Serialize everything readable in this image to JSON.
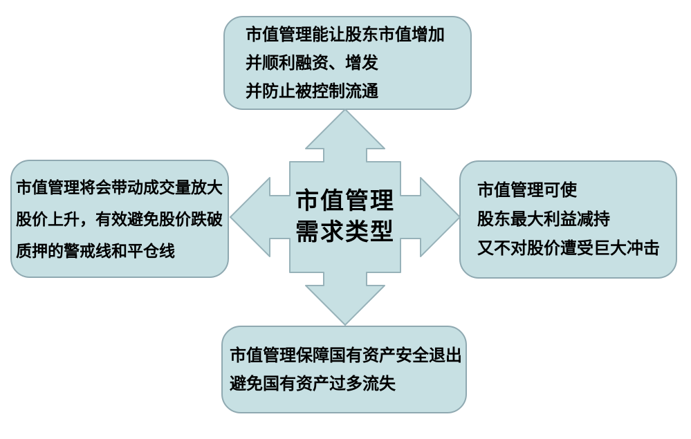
{
  "diagram": {
    "center": {
      "lines": [
        "市值管理",
        "需求类型"
      ]
    },
    "boxes": {
      "top": {
        "lines": [
          "市值管理能让股东市值增加",
          "并顺利融资、增发",
          "并防止被控制流通"
        ]
      },
      "left": {
        "lines": [
          "市值管理将会带动成交量放大",
          "股价上升，有效避免股价跌破",
          "质押的警戒线和平仓线"
        ]
      },
      "right": {
        "lines": [
          "市值管理可使",
          "股东最大利益减持",
          "又不对股价遭受巨大冲击"
        ]
      },
      "bottom": {
        "lines": [
          "市值管理保障国有资产安全退出",
          "避免国有资产过多流失"
        ]
      }
    },
    "colors": {
      "shape_fill": "#c7e0e3",
      "shape_border": "#8fa9b1",
      "arrow_border": "#97b2b9",
      "text": "#000000",
      "background": "#ffffff"
    }
  }
}
